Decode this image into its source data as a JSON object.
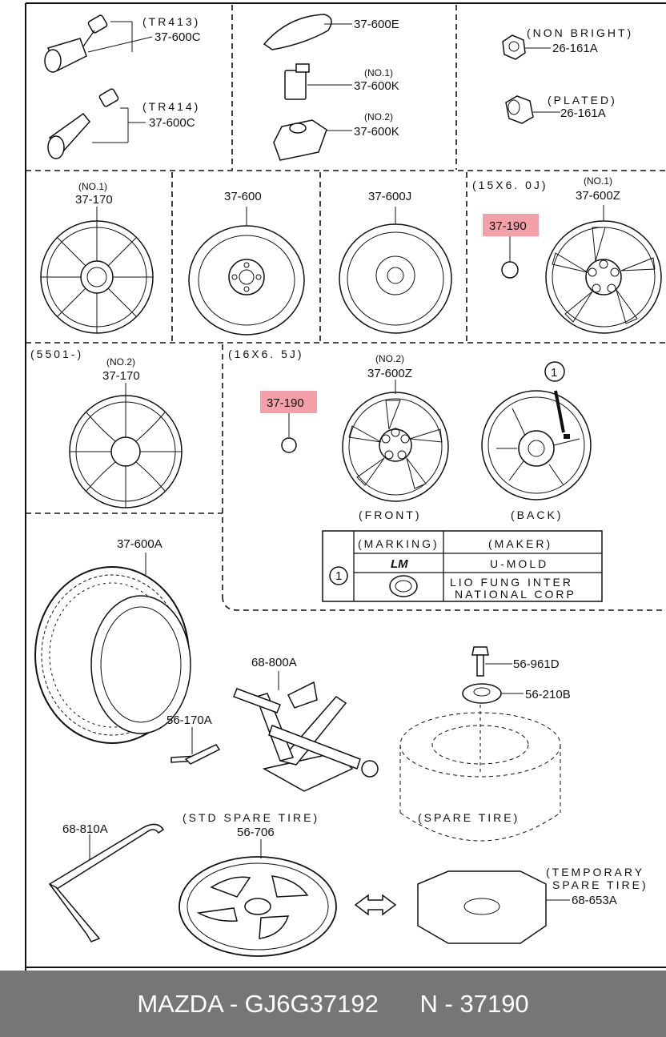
{
  "labels": {
    "valve_tr413_note": "(TR413)",
    "valve_tr413_part": "37-600C",
    "valve_tr414_note": "(TR414)",
    "valve_tr414_part": "37-600C",
    "sensor_part_e": "37-600E",
    "sensor_no1_note": "(NO.1)",
    "sensor_no1_part": "37-600K",
    "sensor_no2_note": "(NO.2)",
    "sensor_no2_part": "37-600K",
    "nut_non_bright_note": "(NON BRIGHT)",
    "nut_non_bright_part": "26-161A",
    "nut_plated_note": "(PLATED)",
    "nut_plated_part": "26-161A",
    "wheel_cap_no1_note": "(NO.1)",
    "wheel_cap_no1_part": "37-170",
    "steel_wheel_part": "37-600",
    "steel_wheel_j_part": "37-600J",
    "size_15_note": "(15X6. 0J)",
    "ornament_highlight_1": "37-190",
    "alloy_no1_note": "(NO.1)",
    "alloy_no1_part": "37-600Z",
    "date_note": "(5501-)",
    "wheel_cap_no2_note": "(NO.2)",
    "wheel_cap_no2_part": "37-170",
    "size_16_note": "(16X6. 5J)",
    "ornament_highlight_2": "37-190",
    "alloy_no2_note": "(NO.2)",
    "alloy_no2_part": "37-600Z",
    "circle_ref": "1",
    "front_caption": "(FRONT)",
    "back_caption": "(BACK)",
    "tire_part": "37-600A",
    "jack_part": "68-800A",
    "handle_part": "56-170A",
    "bolt_part": "56-961D",
    "washer_part": "56-210B",
    "spare_tire_caption": "(SPARE TIRE)",
    "wrench_part": "68-810A",
    "std_spare_note": "(STD SPARE TIRE)",
    "std_spare_part": "56-706",
    "temp_spare_note_1": "(TEMPORARY",
    "temp_spare_note_2": "SPARE TIRE)",
    "temp_spare_part": "68-653A"
  },
  "marking_table": {
    "headers": [
      "(MARKING)",
      "(MAKER)"
    ],
    "row_ref": "1",
    "rows": [
      {
        "marking": "LM",
        "maker": "U-MOLD"
      },
      {
        "marking": "",
        "maker_line1": "LIO FUNG INTER",
        "maker_line2": "NATIONAL CORP"
      }
    ]
  },
  "footer": {
    "brand": "MAZDA - GJ6G37192",
    "code": "N - 37190"
  },
  "colors": {
    "highlight": "#f4a0a8",
    "footer_bg": "#767676",
    "line": "#111111"
  }
}
